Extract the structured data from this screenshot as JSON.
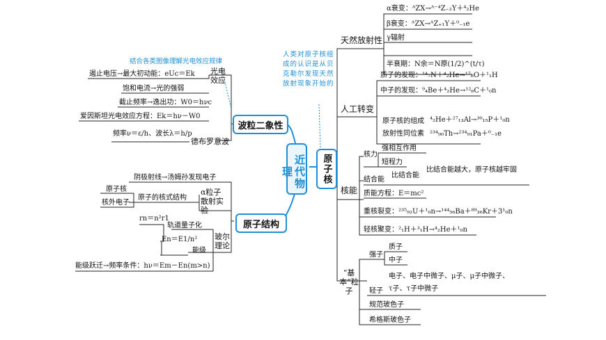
{
  "center": {
    "title": "近代物理"
  },
  "nucleus": {
    "title": "原子核",
    "note": "人类对原子核组成的认识是从贝克勒尔发现天然放射现象开始的",
    "natural_radioactivity": {
      "label": "天然放射性",
      "alpha": "α衰变：ᴬZX→ᴬ⁻⁴Z₋₂Y＋⁴₂He",
      "beta": "β衰变：ᴬZX→ᴬZ₊₁Y＋⁰₋₁e",
      "gamma": "γ辐射",
      "halflife": "半衰期：N余＝N原(1/2)^(t/τ)"
    },
    "artificial": {
      "label": "人工转变",
      "proton": "质子的发现：¹⁴₇N＋⁴₂He→¹⁷₈O＋¹₁H",
      "neutron": "中子的发现：⁹₄Be＋⁴₂He→¹²₆C＋¹₀n",
      "isotope_a": "原子核的组成",
      "isotope_b": "放射性同位素",
      "isotope_eq1": "⁴₂He＋²⁷₁₃Al→³⁰₁₅P＋¹₀n",
      "isotope_eq2": "²³⁴₉₀Th→²³⁴₉₁Pa＋⁰₋₁e"
    },
    "energy": {
      "label": "核能",
      "force": "核力",
      "force_a": "强相互作用",
      "force_b": "短程力",
      "binding": "结合能",
      "binding_specific": "比结合能",
      "binding_desc": "比结合能越大，原子核越牢固",
      "mass_energy": "质能方程：E＝mc²",
      "fission": "重核裂变：²³⁵₉₂U＋¹₀n→¹⁴⁴₅₆Ba＋⁸⁹₃₆Kr＋3¹₀n",
      "fusion": "轻核聚变：²₁H＋³₁H→⁴₂He＋¹₀n"
    },
    "particles": {
      "label": "“基本”粒子",
      "hadron": "强子",
      "proton": "质子",
      "neutron": "中子",
      "lepton": "轻子",
      "lepton_1": "电子、电子中微子、μ子、μ子中微子、",
      "lepton_2": "τ子、τ子中微子",
      "gauge": "规范玻色子",
      "higgs": "希格斯玻色子"
    }
  },
  "duality": {
    "title": "波粒二象性",
    "note": "结合各类图像理解光电效应规律",
    "photoelectric": "光电效应",
    "stop_voltage": "遏止电压→最大初动能：eUc＝Ek",
    "saturation": "饱和电流→光的强弱",
    "cutoff": "截止频率→逸出功：W0＝hνc",
    "einstein": "爱因斯坦光电效应方程：Ek＝hν－W0",
    "debroglie_formula": "频率ν＝ε/h、波长λ＝h/p",
    "debroglie": "德布罗意波"
  },
  "atom": {
    "title": "原子结构",
    "cathode": "阴极射线→汤姆孙发现电子",
    "nucleus_word": "原子核",
    "electrons": "核外电子",
    "nuclear_model": "原子的核式结构",
    "alpha_exp": "α粒子散射实验",
    "orbit_eq": "rn＝n²r1",
    "orbit": "轨道量子化",
    "energy_eq": "En＝E1/n²",
    "level": "能级",
    "bohr": "玻尔理论",
    "transition": "能级跃迁→频率条件：hν＝Em－En(m>n)"
  }
}
